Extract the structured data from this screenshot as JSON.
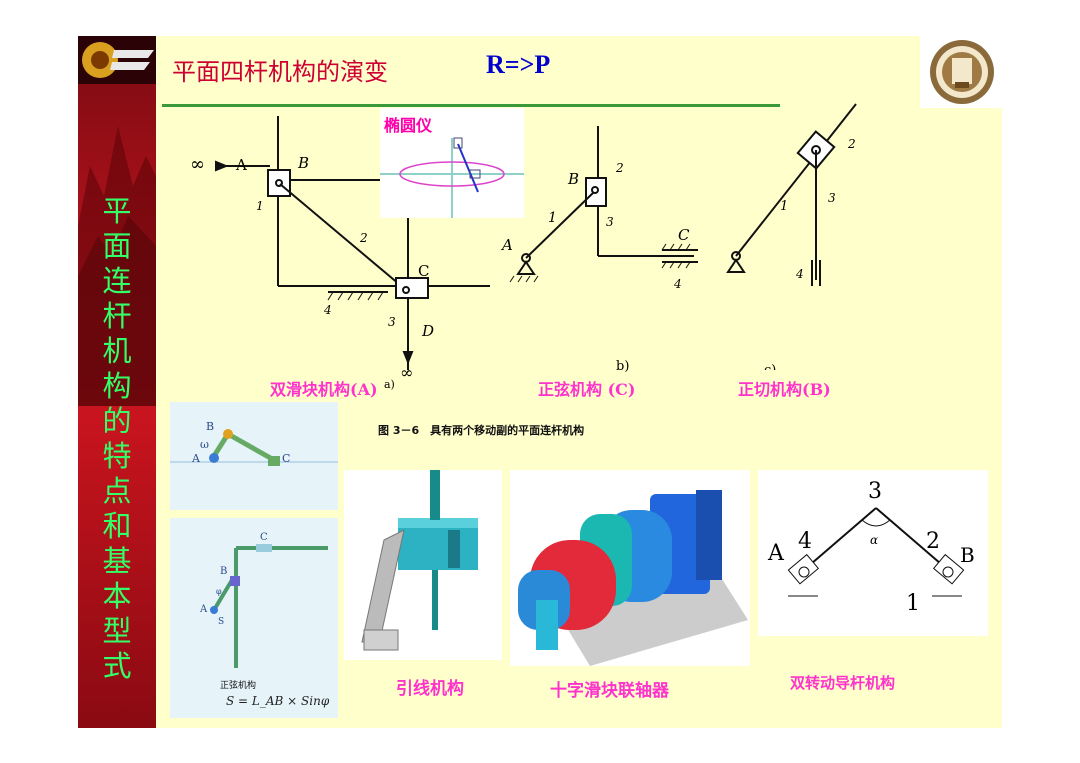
{
  "title": {
    "main": "平面四杆机构的演变",
    "suffix": "R=>P"
  },
  "sidebar": {
    "chars": [
      "平",
      "面",
      "连",
      "杆",
      "机",
      "构",
      "的",
      "特",
      "点",
      "和",
      "基",
      "本",
      "型",
      "式"
    ]
  },
  "inset_ellipse": {
    "label": "椭圆仪"
  },
  "captions": {
    "double_slider": "双滑块机构(A)",
    "sine": "正弦机构 (C)",
    "tangent": "正切机构(B)",
    "fig_caption": "图 3－6　具有两个移动副的平面连杆机构",
    "wire": "引线机构",
    "coupling": "十字滑块联轴器",
    "double_rotating": "双转动导杆机构"
  },
  "figure_labels": {
    "a": {
      "inf_left": "∞",
      "A": "A",
      "B": "B",
      "n1": "1",
      "n2": "2",
      "C": "C",
      "n3": "3",
      "n4": "4",
      "D": "D",
      "inf_bottom": "∞",
      "sub": "a)"
    },
    "b": {
      "B": "B",
      "n2": "2",
      "n1": "1",
      "n3": "3",
      "A": "A",
      "C": "C",
      "n4": "4",
      "sub": "b)"
    },
    "c": {
      "n2": "2",
      "n1": "1",
      "n3": "3",
      "n4": "4",
      "sub": "c)"
    }
  },
  "small_panel1": {
    "B": "B",
    "w": "ω",
    "A": "A",
    "C": "C"
  },
  "small_panel2": {
    "C": "C",
    "B": "B",
    "phi": "φ",
    "A": "A",
    "S": "S",
    "title": "正弦机构",
    "formula": "S = L_AB × Sinφ"
  },
  "double_rot": {
    "n3": "3",
    "A": "A",
    "n4": "4",
    "alpha": "α",
    "n2": "2",
    "B": "B",
    "n1": "1"
  }
}
